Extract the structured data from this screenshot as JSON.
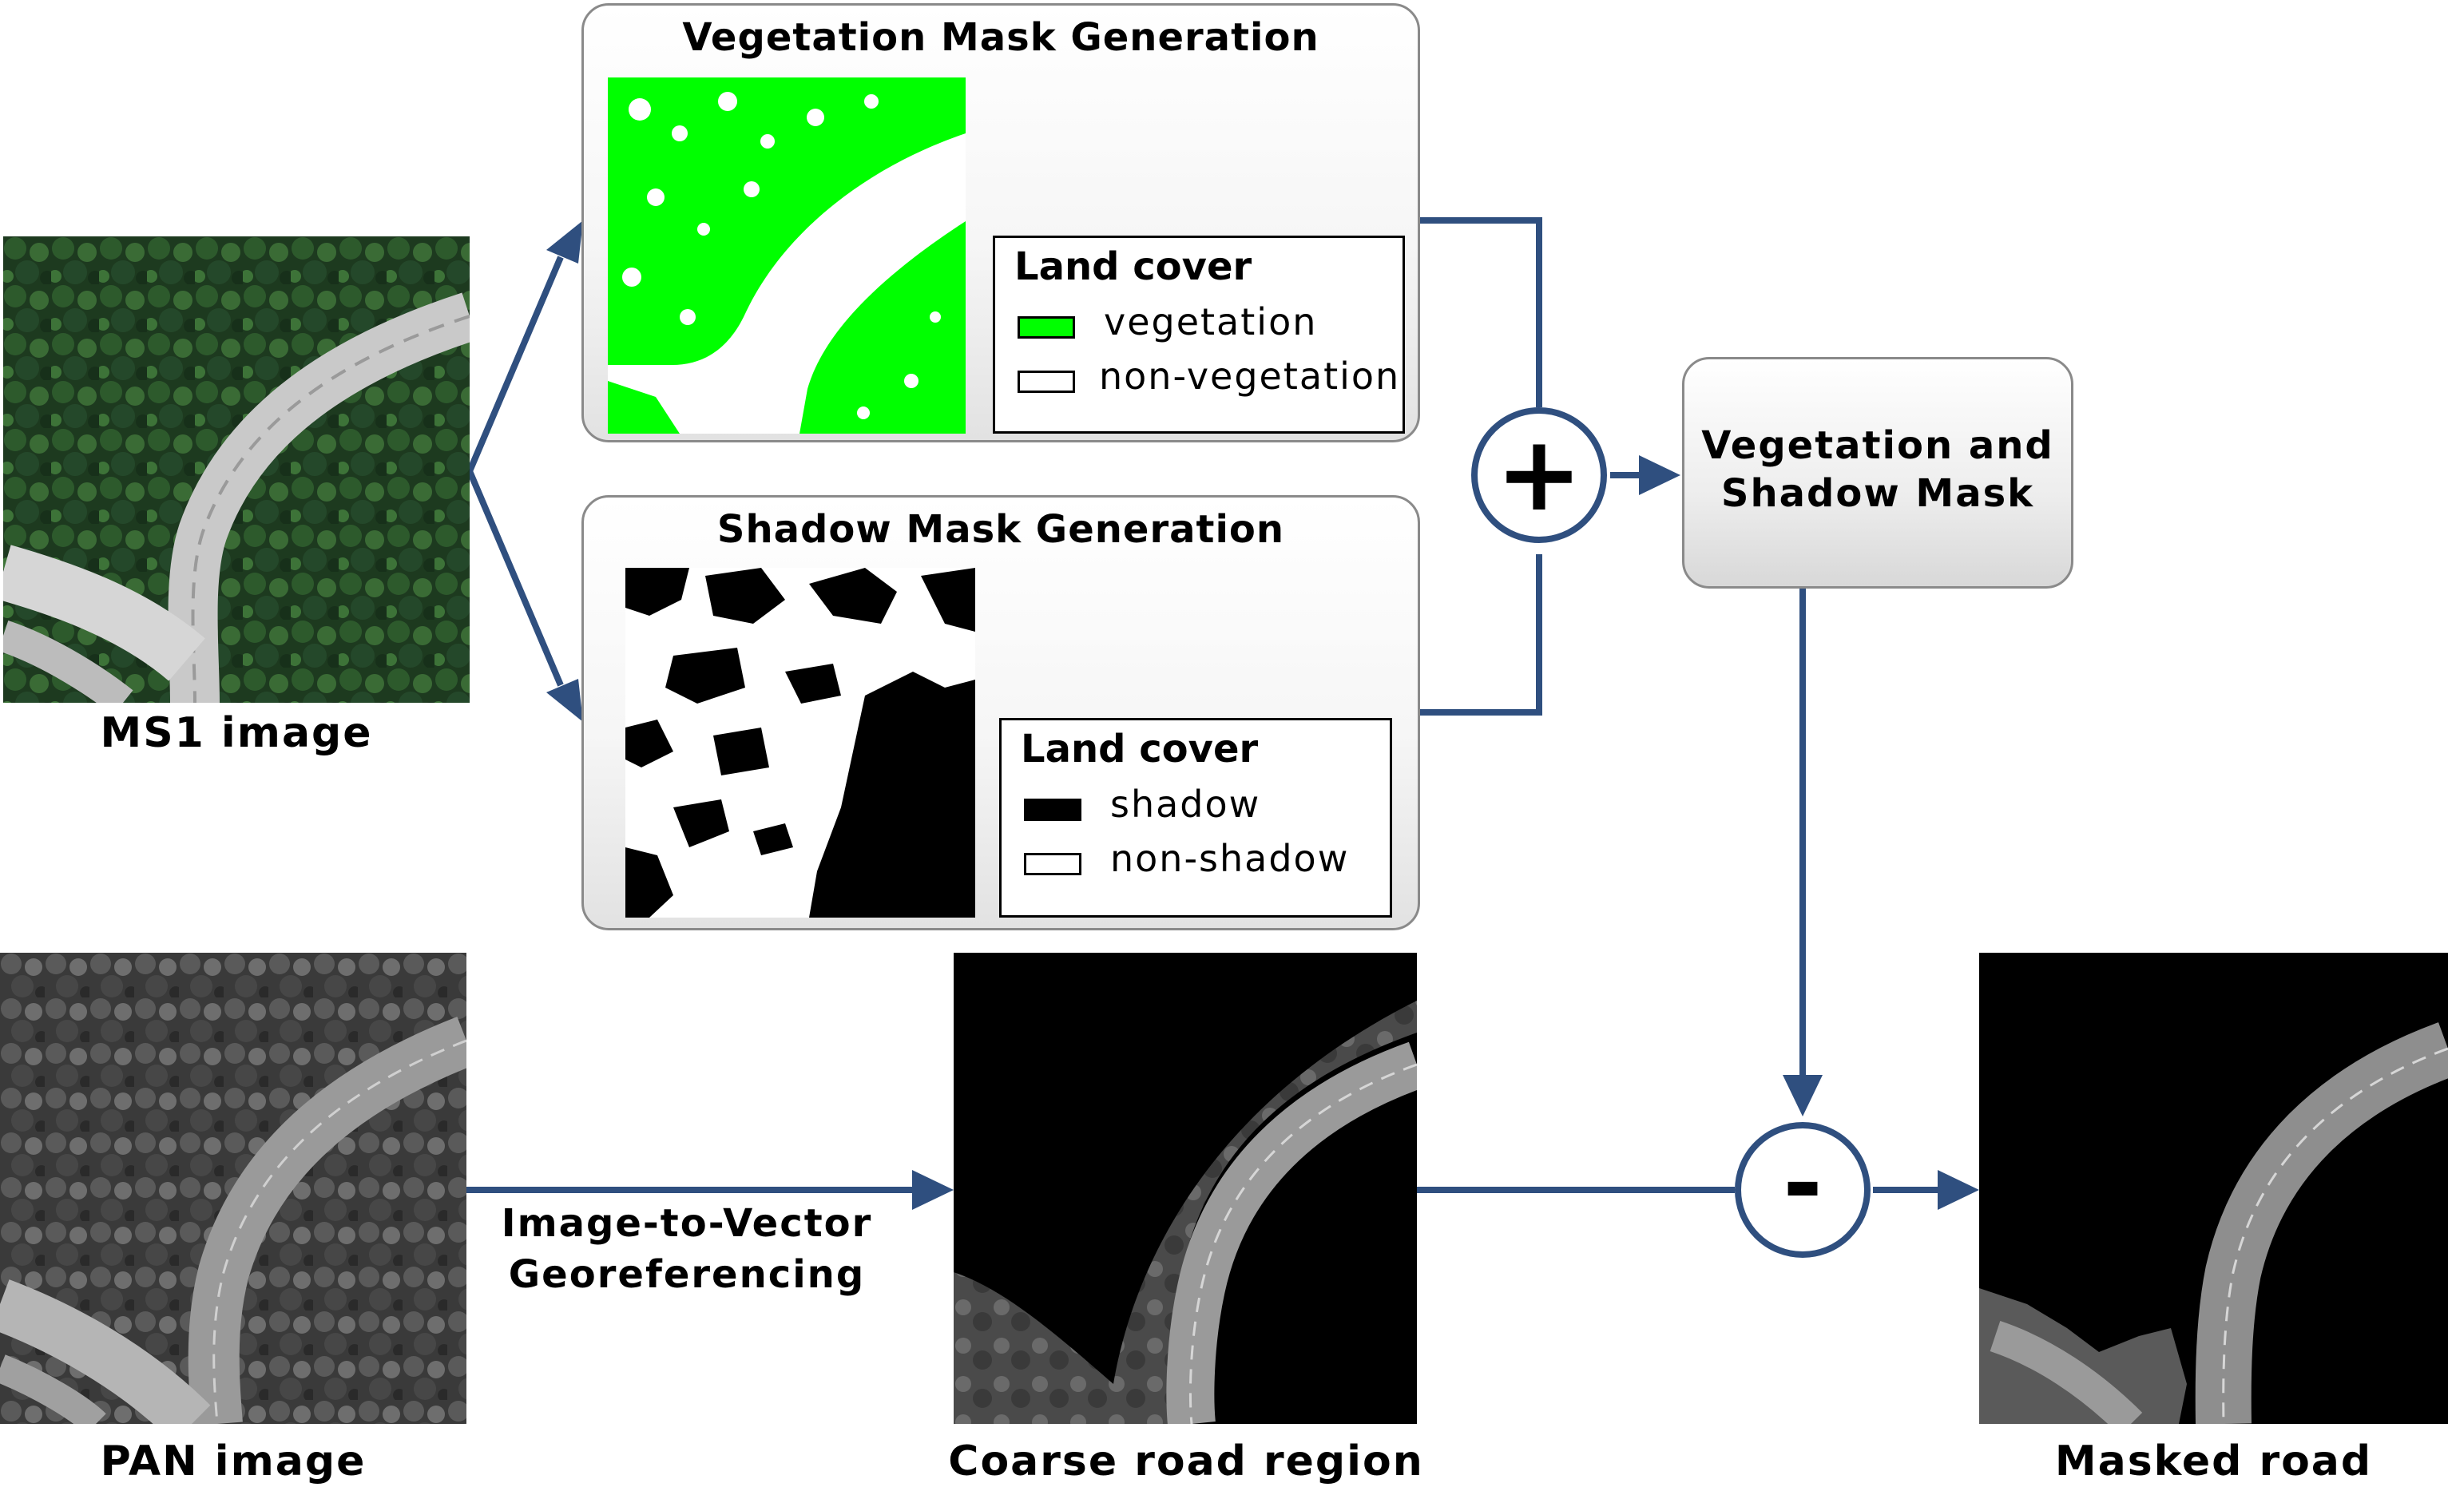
{
  "vegetation_panel": {
    "title": "Vegetation Mask Generation",
    "legend": {
      "title": "Land cover",
      "items": [
        {
          "label": "vegetation",
          "color": "#00ff00"
        },
        {
          "label": "non-vegetation",
          "color": "#ffffff"
        }
      ]
    }
  },
  "shadow_panel": {
    "title": "Shadow Mask Generation",
    "legend": {
      "title": "Land cover",
      "items": [
        {
          "label": "shadow",
          "color": "#000000"
        },
        {
          "label": "non-shadow",
          "color": "#ffffff"
        }
      ]
    }
  },
  "images": {
    "ms1": "MS1 image",
    "pan": "PAN image",
    "coarse": "Coarse road region",
    "masked": "Masked road"
  },
  "result_box": {
    "line1": "Vegetation and",
    "line2": "Shadow Mask"
  },
  "operators": {
    "plus": "+",
    "minus": "-"
  },
  "georef": {
    "line1": "Image-to-Vector",
    "line2": "Georeferencing"
  },
  "colors": {
    "arrow": "#2f4f7f",
    "vegetation": "#00ff00",
    "panel_border": "#8a8a8a"
  }
}
